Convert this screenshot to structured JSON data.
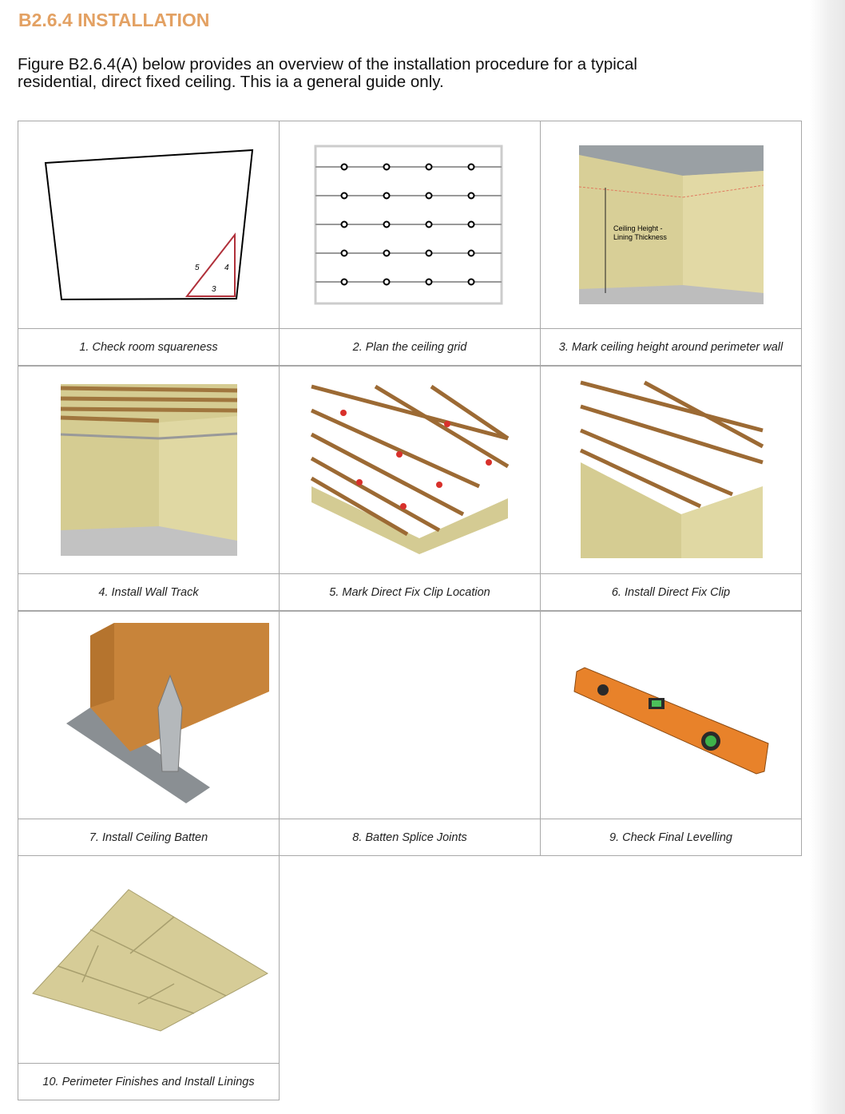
{
  "heading": "B2.6.4 INSTALLATION",
  "intro": "Figure B2.6.4(A) below provides an overview of the installation procedure for a typical residential, direct fixed ceiling. This ia a general guide only.",
  "steps": [
    {
      "caption": "1. Check room squareness",
      "labels": [
        "5",
        "4",
        "3"
      ]
    },
    {
      "caption": "2. Plan the ceiling grid"
    },
    {
      "caption": "3. Mark ceiling height around perimeter wall",
      "labels": [
        "Ceiling Height -",
        "Lining Thickness"
      ]
    },
    {
      "caption": "4. Install Wall Track"
    },
    {
      "caption": "5. Mark Direct Fix Clip Location"
    },
    {
      "caption": "6. Install Direct Fix Clip"
    },
    {
      "caption": "7. Install Ceiling Batten"
    },
    {
      "caption": "8. Batten Splice Joints"
    },
    {
      "caption": "9. Check Final Levelling"
    },
    {
      "caption": "10. Perimeter Finishes and Install Linings"
    }
  ]
}
